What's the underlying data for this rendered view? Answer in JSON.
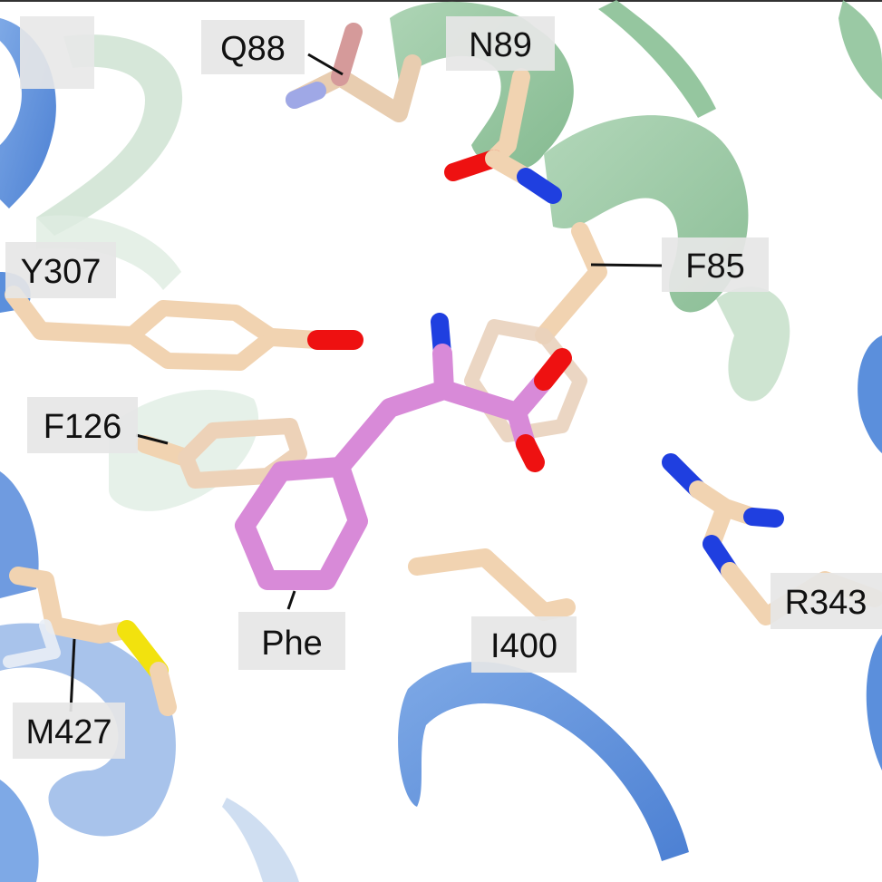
{
  "labels": {
    "q88": "Q88",
    "n89": "N89",
    "y307": "Y307",
    "f85": "F85",
    "f126": "F126",
    "phe": "Phe",
    "i400": "I400",
    "r343": "R343",
    "m427": "M427"
  },
  "colors": {
    "helix_green": "#8fc39a",
    "helix_green_light": "#cfe3d2",
    "helix_blue": "#5b8fdc",
    "helix_blue_light": "#9fbde9",
    "carbon_residue": "#f1d3b1",
    "carbon_ligand": "#d88ad8",
    "oxygen": "#ee1111",
    "nitrogen": "#1f3fe0",
    "sulfur": "#f2e20e",
    "label_box": "#e6e6e6"
  }
}
